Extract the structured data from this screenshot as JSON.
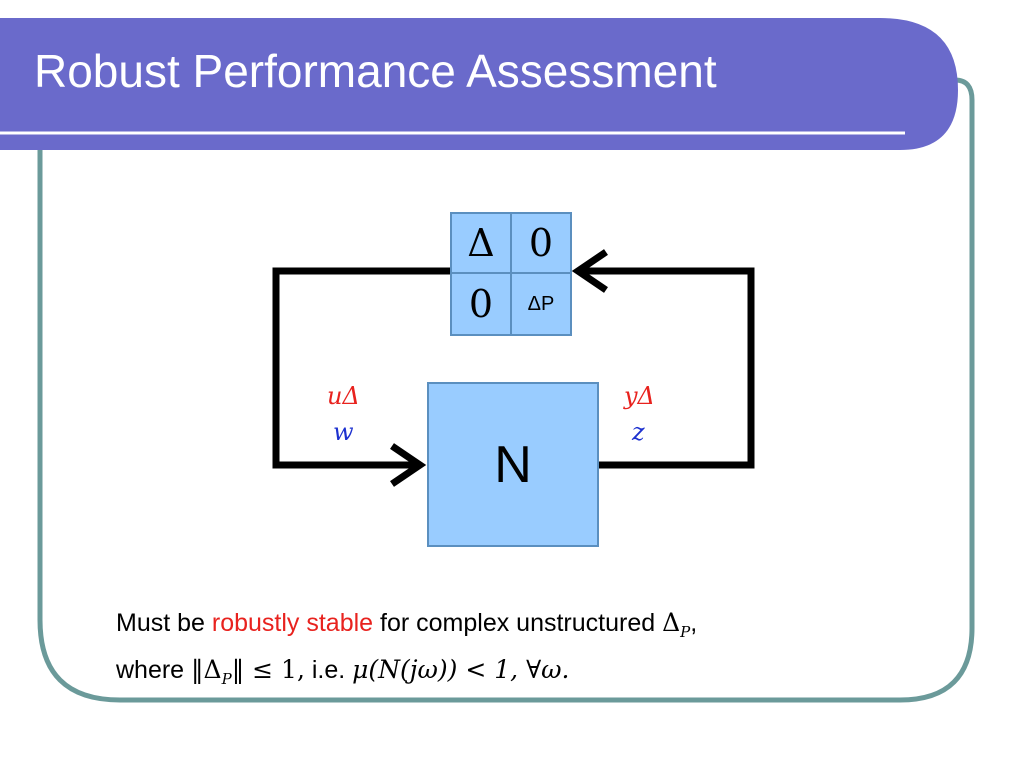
{
  "slide": {
    "title": "Robust Performance Assessment"
  },
  "diagram": {
    "block_matrix": {
      "top_left": "Δ",
      "top_right": "0",
      "bottom_left": "0",
      "bottom_right": "ΔP"
    },
    "plant_label": "N",
    "input_labels": {
      "uncertainty": "uΔ",
      "exogenous": "w"
    },
    "output_labels": {
      "uncertainty": "yΔ",
      "performance": "z"
    },
    "colors": {
      "block_fill": "#99ccff",
      "block_border": "#5b8fbf",
      "uncertainty_signal": "#e8221e",
      "performance_signal": "#1d31cf"
    }
  },
  "caption": {
    "line1_a": "Must be ",
    "line1_highlight": "robustly stable",
    "line1_b": " for complex unstructured ",
    "line1_math": "Δ",
    "line1_sub": "P",
    "line1_end": ",",
    "line2_a": "where ",
    "line2_math1": "‖Δ",
    "line2_sub": "P",
    "line2_math2": "‖ ≤ 1,",
    "line2_b": " i.e. ",
    "line2_math3": "μ(N(jω)) < 1, ∀ω."
  },
  "theme": {
    "title_bar": "#6a6acb",
    "frame_border": "#6b9a9a"
  }
}
